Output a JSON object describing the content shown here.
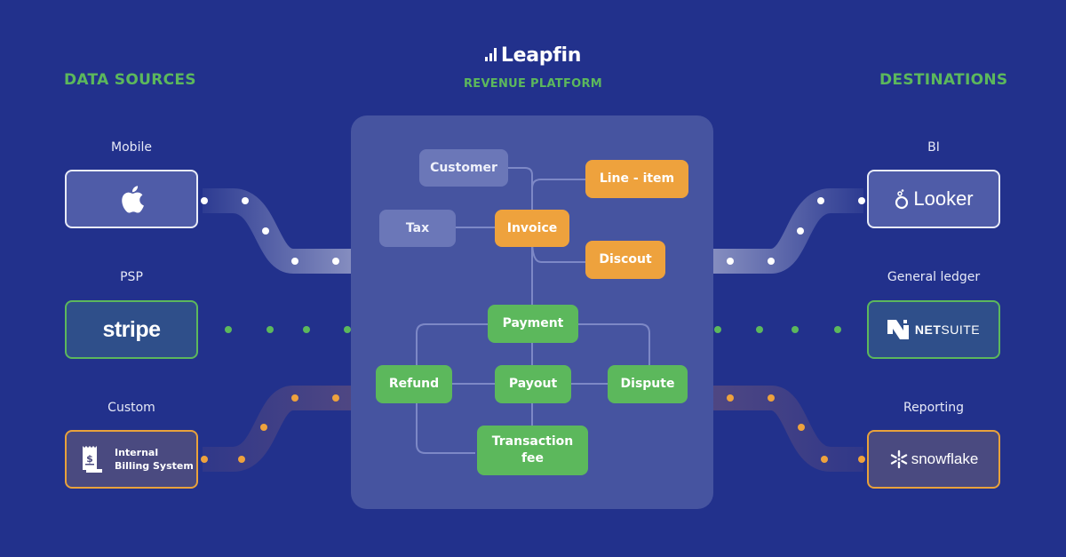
{
  "header": {
    "logo_text": "Leapfin",
    "subtitle": "REVENUE PLATFORM"
  },
  "sources": {
    "title": "DATA SOURCES",
    "items": [
      {
        "label": "Mobile",
        "name": "Apple",
        "icon": "apple-icon",
        "flow_color": "#ffffff"
      },
      {
        "label": "PSP",
        "name": "stripe",
        "icon": "stripe-logo",
        "flow_color": "#5cb85c"
      },
      {
        "label": "Custom",
        "name": "Internal\nBilling System",
        "line1": "Internal",
        "line2": "Billing System",
        "icon": "receipt-dollar-icon",
        "flow_color": "#e9a23b"
      }
    ]
  },
  "destinations": {
    "title": "DESTINATIONS",
    "items": [
      {
        "label": "BI",
        "name": "Looker",
        "icon": "looker-logo",
        "flow_color": "#ffffff"
      },
      {
        "label": "General ledger",
        "name_bold": "NET",
        "name_rest": "SUITE",
        "icon": "netsuite-logo",
        "flow_color": "#5cb85c"
      },
      {
        "label": "Reporting",
        "name": "snowflake",
        "icon": "snowflake-icon",
        "flow_color": "#e9a23b"
      }
    ]
  },
  "platform": {
    "nodes": {
      "customer": "Customer",
      "tax": "Tax",
      "invoice": "Invoice",
      "line_item": "Line - item",
      "discount": "Discout",
      "payment": "Payment",
      "refund": "Refund",
      "payout": "Payout",
      "dispute": "Dispute",
      "transaction_fee_1": "Transaction",
      "transaction_fee_2": "fee"
    }
  },
  "colors": {
    "background": "#22318c",
    "platform_bg": "#4654a0",
    "accent_green": "#5cb85c",
    "accent_orange": "#eea23d",
    "node_grey": "#6b77b8"
  }
}
